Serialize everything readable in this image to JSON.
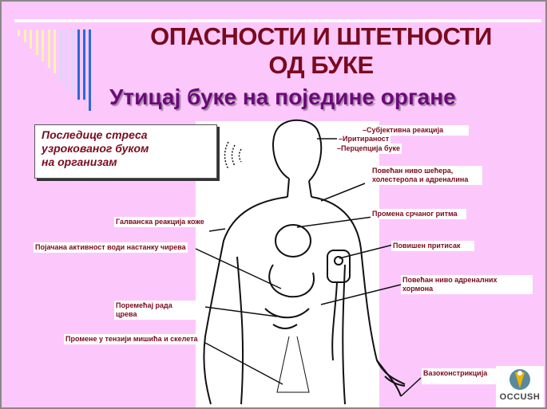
{
  "title_line1": "ОПАСНОСТИ И ШТЕТНОСТИ",
  "title_line2": "ОД БУКЕ",
  "subtitle": "Утицај буке на поједине органе",
  "callout": [
    "Последице стреса",
    "узрокованог буком",
    "на организам"
  ],
  "labels": {
    "subjective": "–Субјективна реакција",
    "irritation": "–Иритираност",
    "perception": "–Перцепција  буке",
    "sugar": [
      "Повећан ниво шећера,",
      "холестерола и адреналина"
    ],
    "heart": "Промена срчаног ритма",
    "pressure": "Повишен притисак",
    "hormones": [
      "Повећан ниво адреналних",
      "хормона"
    ],
    "skin": "Галванска реакција коже",
    "ulcer": "Појачана активност води настанку чирева",
    "intestine": [
      "Поремећај рада",
      "црева"
    ],
    "muscle": "Промене у тензији мишића и скелета",
    "vaso": "Вазоконстрикција"
  },
  "logo": {
    "name": "OCCUSH",
    "colors": {
      "teal": "#5a8a9a",
      "yellow": "#f0b400"
    }
  },
  "colors": {
    "background": "#fcc8fc",
    "title": "#7a0a1e",
    "subtitle": "#6a0a78"
  }
}
